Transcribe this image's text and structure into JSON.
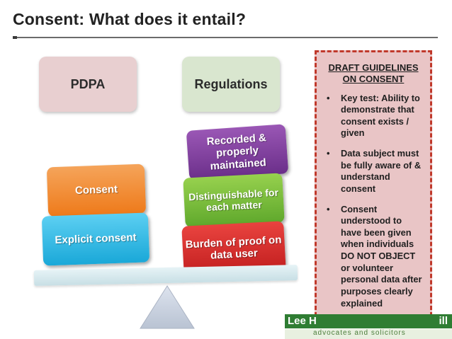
{
  "title": "Consent: What does it entail?",
  "left_heading": "PDPA",
  "right_heading": "Regulations",
  "left_items": [
    "Consent",
    "Explicit consent"
  ],
  "right_items": [
    "Recorded & properly maintained",
    "Distinguishable for each matter",
    "Burden of proof on data user"
  ],
  "guidelines": {
    "title": "DRAFT GUIDELINES ON CONSENT",
    "bullets": [
      "Key test: Ability to demonstrate that consent exists / given",
      "Data subject must be fully aware of & understand consent",
      "Consent understood to have been given when individuals DO NOT OBJECT or volunteer personal data after purposes clearly explained"
    ],
    "bullet_symbol": "•"
  },
  "logo": {
    "left_text": "Lee H",
    "right_text": "ill",
    "tagline": "advocates and solicitors"
  },
  "colors": {
    "pdpa_box": "#e8cfd0",
    "regulations_box": "#d9e6cf",
    "consent": "#ee7a1a",
    "explicit_consent": "#1aa8d8",
    "recorded": "#6b2f8a",
    "distinguishable": "#5fa82c",
    "burden": "#c21f1f",
    "guidelines_bg": "#e9c5c6",
    "guidelines_border": "#c0392b",
    "logo_green": "#2f7d33"
  }
}
